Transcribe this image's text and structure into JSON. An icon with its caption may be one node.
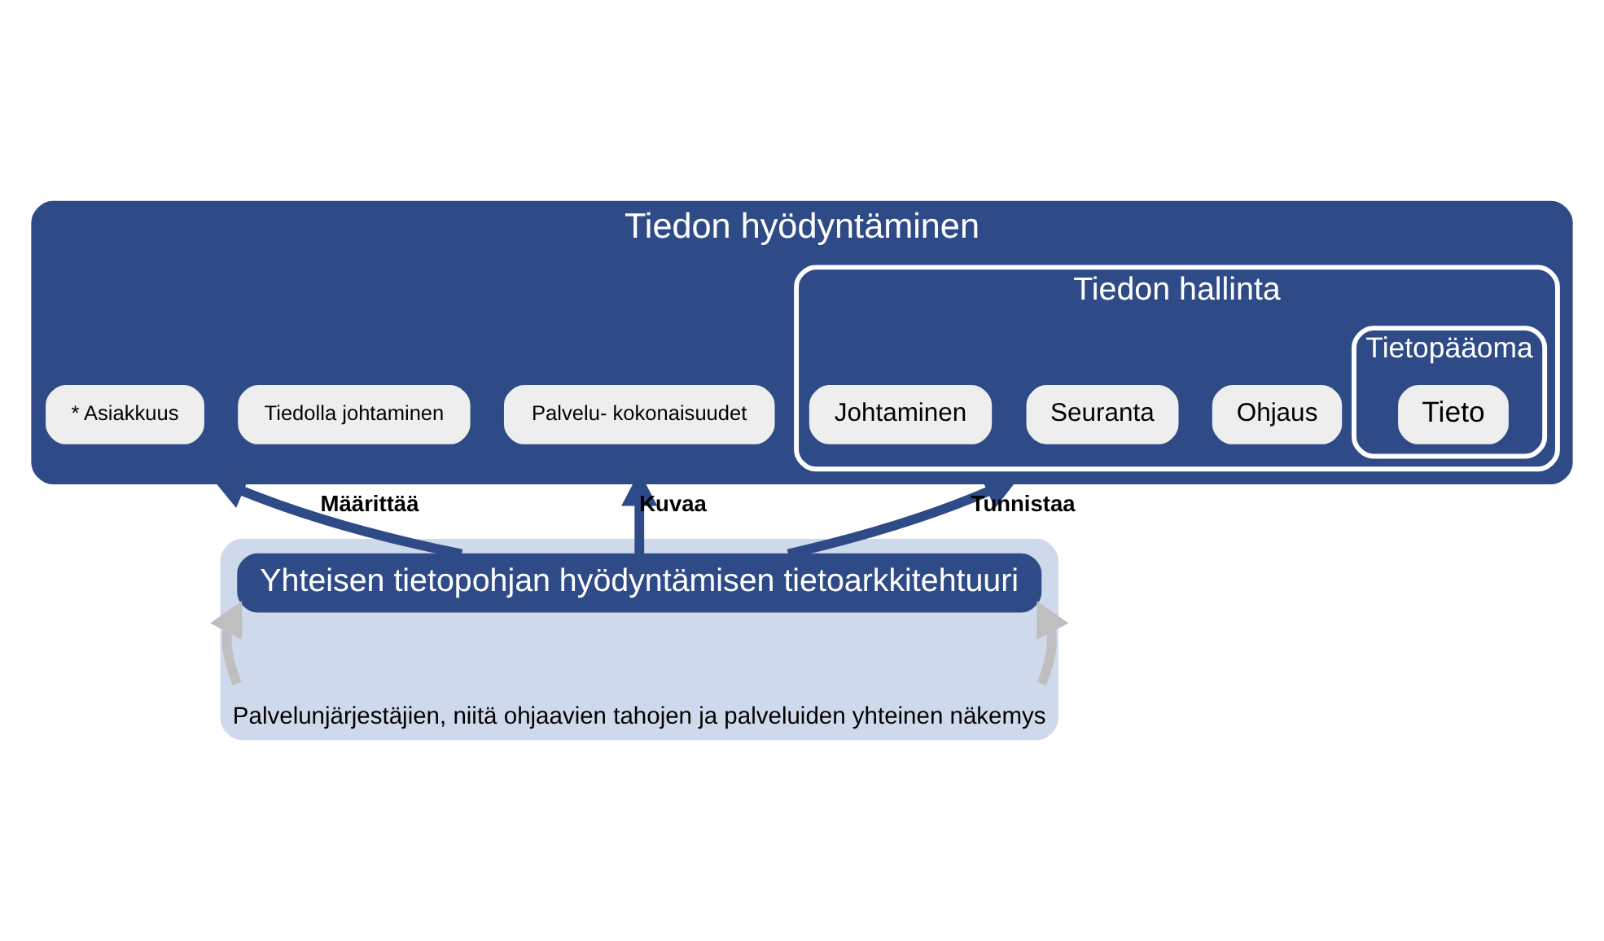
{
  "diagram": {
    "nodes": [
      {
        "text": [
          "Tiedon hyödyntäminen"
        ]
      },
      {
        "text": [
          "* Asiakkuus"
        ],
        "in": 0
      },
      {
        "text": [
          "Tiedolla johtaminen"
        ],
        "in": 0
      },
      {
        "text": [
          "Palvelu- kokonaisuudet"
        ],
        "in": 0
      },
      {
        "text": [
          "Tiedon hallinta"
        ],
        "in": 0
      },
      {
        "text": [
          "Ohjaus"
        ],
        "in": 4
      },
      {
        "text": [
          "Seuranta"
        ],
        "in": 4
      },
      {
        "text": [
          "Johtaminen"
        ],
        "in": 4
      },
      {
        "text": [
          "Tietopääoma"
        ],
        "in": 4
      },
      {
        "text": [
          "Tieto"
        ],
        "in": 8
      },
      {
        "text": [
          "Palvelunjärjestäjien, niitä ohjaavien tahojen ja palveluiden yhteinen näkemys"
        ]
      },
      {
        "text": [
          "Yhteisen tietopohjan hyödyntämisen tietoarkkitehtuuri"
        ],
        "in": 10
      }
    ],
    "edges": [
      {
        "from": 11,
        "to": 0,
        "arrow": "to",
        "label": "Määrittää"
      },
      {
        "from": 11,
        "to": 0,
        "arrow": "to",
        "label": "Kuvaa"
      },
      {
        "from": 11,
        "to": 0,
        "arrow": "to",
        "label": "Tunnistaa"
      },
      {
        "from": null,
        "to": 11,
        "arrow": "to",
        "color": "#bfbfbf"
      },
      {
        "from": null,
        "to": 11,
        "arrow": "to",
        "color": "#bfbfbf"
      }
    ]
  }
}
